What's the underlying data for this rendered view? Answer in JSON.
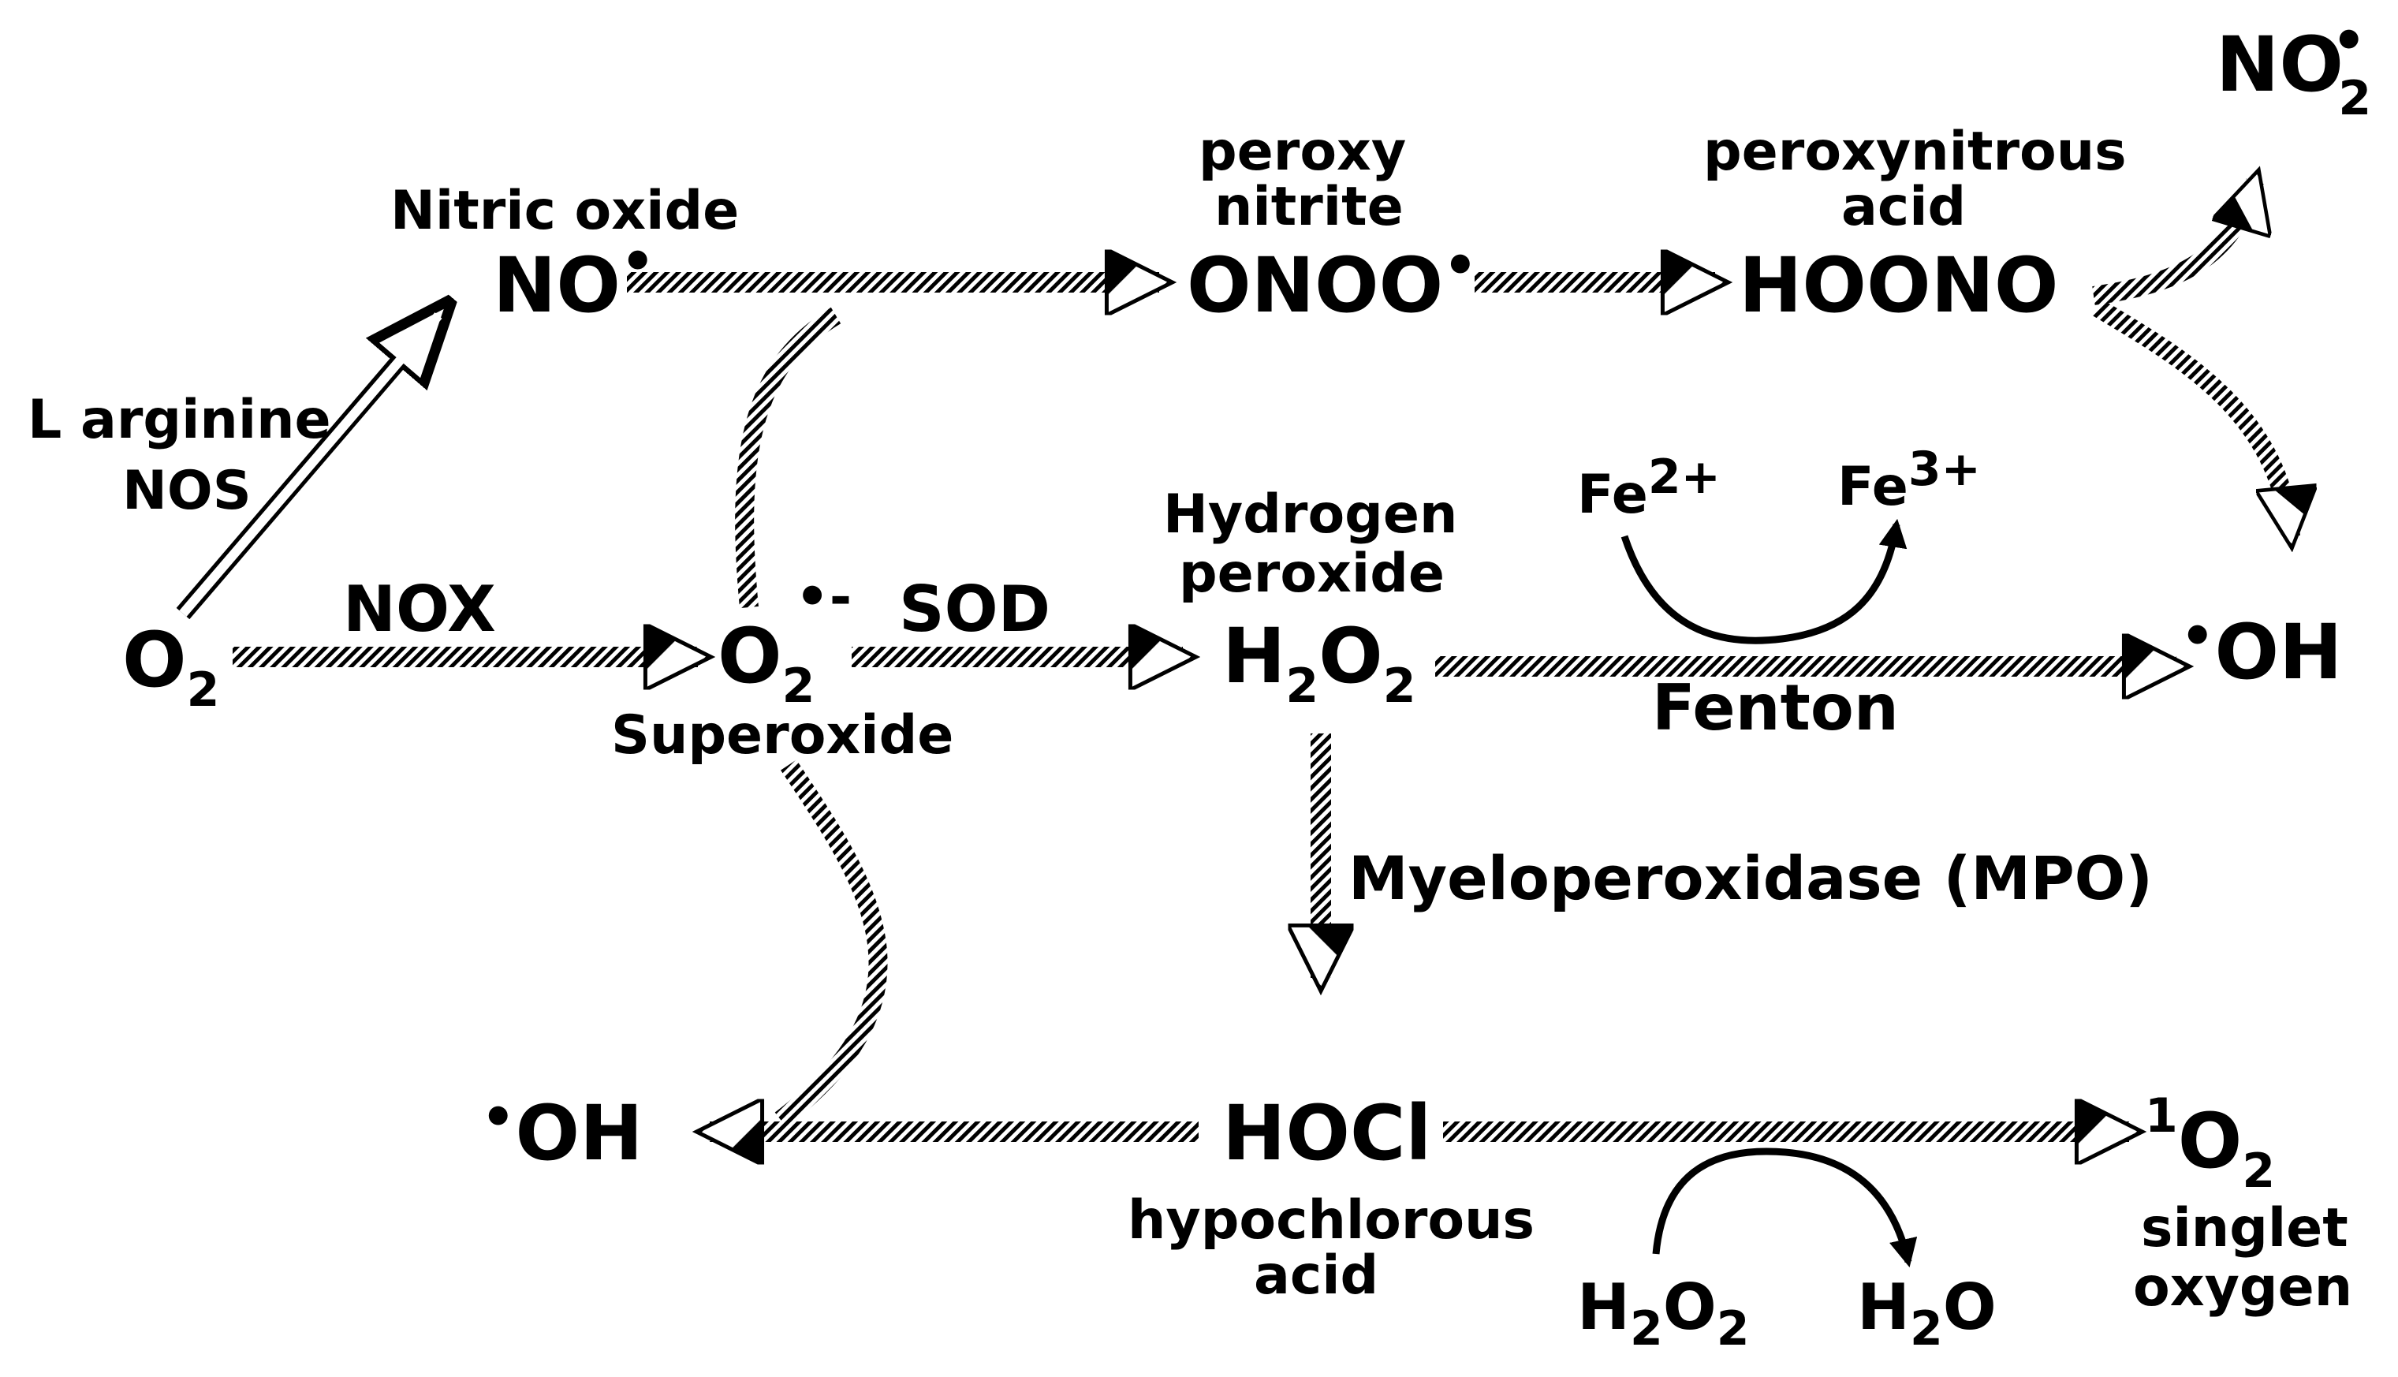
{
  "species": {
    "o2": {
      "main": "O",
      "sub": "2"
    },
    "nitric_oxide": {
      "label": "Nitric oxide",
      "main": "NO",
      "radical": "•"
    },
    "superoxide": {
      "main": "O",
      "sub": "2",
      "charge": "•-",
      "label": "Superoxide"
    },
    "peroxynitrite": {
      "label_line1": "peroxy",
      "label_line2": "nitrite",
      "main": "ONOO",
      "radical": "•"
    },
    "peroxynitrous_acid": {
      "label_line1": "peroxynitrous",
      "label_line2": "acid",
      "main": "HOONO"
    },
    "no2": {
      "main": "NO",
      "sub": "2",
      "radical": "•"
    },
    "hydrogen_peroxide": {
      "label_line1": "Hydrogen",
      "label_line2": "peroxide",
      "main_h": "H",
      "sub1": "2",
      "main_o": "O",
      "sub2": "2"
    },
    "hydroxyl_right": {
      "radical": "•",
      "main": "OH"
    },
    "hydroxyl_left": {
      "radical": "•",
      "main": "OH"
    },
    "hocl": {
      "main": "HOCl",
      "label_line1": "hypochlorous",
      "label_line2": "acid"
    },
    "singlet_oxygen": {
      "sup": "1",
      "main": "O",
      "sub": "2",
      "label_line1": "singlet",
      "label_line2": "oxygen"
    },
    "fe2": {
      "main": "Fe",
      "sup": "2+"
    },
    "fe3": {
      "main": "Fe",
      "sup": "3+"
    },
    "h2o2_bottom": {
      "main_h": "H",
      "sub1": "2",
      "main_o": "O",
      "sub2": "2"
    },
    "h2o": {
      "main_h": "H",
      "sub": "2",
      "main_o": "O"
    }
  },
  "enzymes": {
    "nos_line1": "L arginine",
    "nos_line2": "NOS",
    "nox": "NOX",
    "sod": "SOD",
    "fenton": "Fenton",
    "mpo": "Myeloperoxidase (MPO)"
  }
}
